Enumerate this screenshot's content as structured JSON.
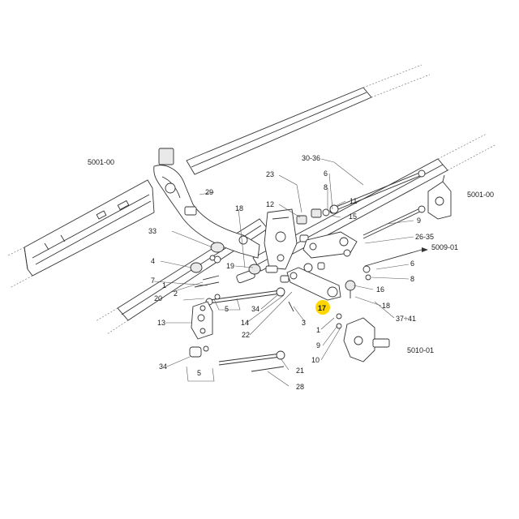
{
  "references": {
    "left_frame": "5001-00",
    "right_frame": "5001-00",
    "tie_rod_ref": "5009-01",
    "spindle_ref": "5010-01"
  },
  "callouts": {
    "c30_36": "30-36",
    "c23": "23",
    "c6a": "6",
    "c8a": "8",
    "c11": "11",
    "c29": "29",
    "c12": "12",
    "c15": "15",
    "c9a": "9",
    "c18a": "18",
    "c33": "33",
    "c26_35": "26-35",
    "c4": "4",
    "c19": "19",
    "c6b": "6",
    "c7": "7",
    "c8b": "8",
    "c16": "16",
    "c1a": "1",
    "c2": "2",
    "c20": "20",
    "c5a": "5",
    "c34a": "34",
    "c17": "17",
    "c18b": "18",
    "c37_41": "37÷41",
    "c13": "13",
    "c14": "14",
    "c3": "3",
    "c22": "22",
    "c1b": "1",
    "c9b": "9",
    "c10": "10",
    "c34b": "34",
    "c5b": "5",
    "c21": "21",
    "c28": "28"
  },
  "highlight_color": "#ffd600"
}
